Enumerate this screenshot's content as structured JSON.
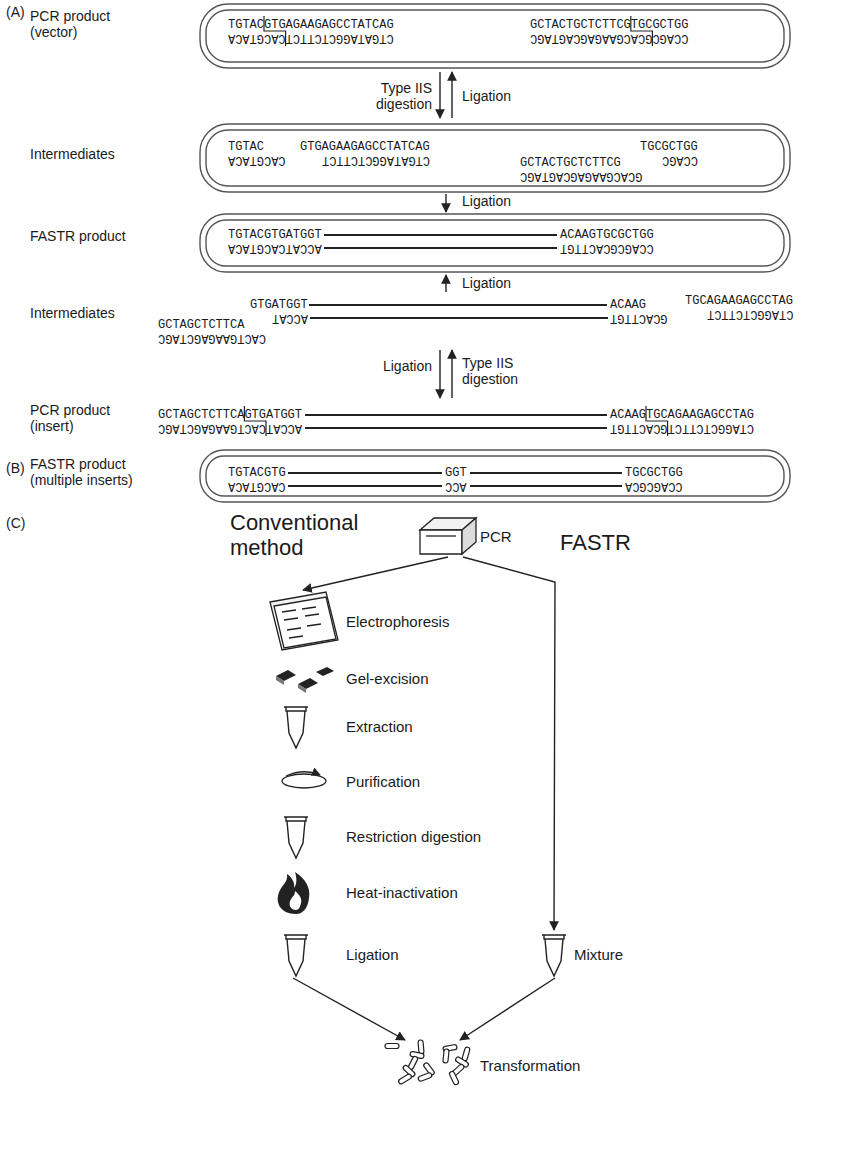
{
  "diagram": {
    "nodes": [
      {
        "text": [
          "PCR"
        ]
      },
      {
        "text": [
          "Electrophoresis"
        ]
      },
      {
        "text": [
          "Gel-excision"
        ]
      },
      {
        "text": [
          "Extraction"
        ]
      },
      {
        "text": [
          "Purification"
        ]
      },
      {
        "text": [
          "Restriction digestion"
        ]
      },
      {
        "text": [
          "Heat-inactivation"
        ]
      },
      {
        "text": [
          "Ligation"
        ]
      },
      {
        "text": [
          "Mixture"
        ]
      },
      {
        "text": [
          "Transformation"
        ]
      }
    ],
    "edges": [
      {
        "from": 0,
        "to": 1,
        "arrow": "to"
      },
      {
        "from": 0,
        "to": 8,
        "arrow": "to"
      },
      {
        "from": 7,
        "to": 9,
        "arrow": "to"
      },
      {
        "from": 8,
        "to": 9,
        "arrow": "to"
      }
    ],
    "labels": [
      "(A)",
      "PCR product (vector)",
      "TGTACGTGAGAAGAGCCTATCAG",
      "CTGATAGGCTCTTCTCACGTACA",
      "GCTACTGCTCTTCGTGCGCTGG",
      "CCAGCGCACGAAGAGCAGTAGC",
      "Type IIS digestion",
      "Ligation",
      "Intermediates",
      "TGTAC",
      "CACGTACA",
      "GTGAGAAGAGCCTATCAG",
      "CTGATAGGCTCTTCT",
      "GCTACTGCTCTTCG",
      "GCACGAAGAGCAGTAGC",
      "TGCGCTGG",
      "CCAGC",
      "Ligation",
      "FASTR product",
      "TGTACGTGATGGT",
      "ACCATCACGTACA",
      "ACAAGTGCGCTGG",
      "CCAGCGCACTTGT",
      "Ligation",
      "Intermediates",
      "GCTAGCTCTTCA",
      "CACTGAAGAGCTAGC",
      "GTGATGGT",
      "ACCAT",
      "ACAAG",
      "GCACTTGT",
      "TGCAGAAGAGCCTAG",
      "CTAGGCTCTTCT",
      "Ligation",
      "Type IIS digestion",
      "PCR product (insert)",
      "GCTAGCTCTTCAGTGATGGT",
      "ACCATCACTGAAGAGCTAGC",
      "ACAAGTGCAGAAGAGCCTAG",
      "CTAGGCTCTTCTGCACTTGT",
      "(B)",
      "FASTR product (multiple inserts)",
      "TGTACGTG",
      "CACGTACA",
      "GGT",
      "ACC",
      "TGCGCTGG",
      "CCAGCGCA",
      "(C)",
      "Conventional method",
      "FASTR"
    ]
  }
}
